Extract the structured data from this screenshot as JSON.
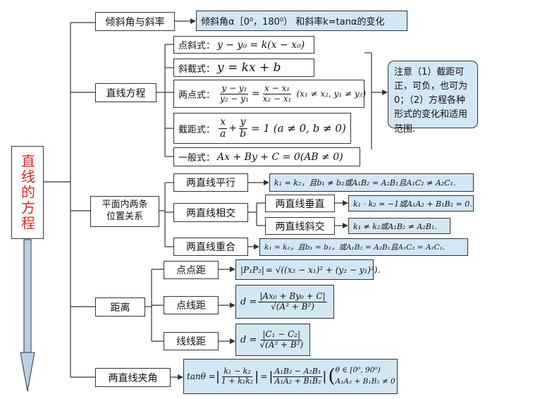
{
  "root": {
    "title": "直线的方程"
  },
  "branches": {
    "incline": {
      "label": "倾斜角与斜率",
      "detail": "倾斜角α［0⁰，180⁰） 和斜率k=tanα的变化"
    },
    "line_eq": {
      "label": "直线方程",
      "forms": {
        "point_slope": {
          "label": "点斜式：",
          "formula": "y − y₀ = k(x − x₀)"
        },
        "slope_intercept": {
          "label": "斜截式：",
          "formula": "y = kx + b"
        },
        "two_point": {
          "label": "两点式：",
          "num1": "y − y₁",
          "den1": "y₂ − y₁",
          "eq": "=",
          "num2": "x − x₁",
          "den2": "x₂ − x₁",
          "cond": "(x₁ ≠ x₂, y₁ ≠ y₂)"
        },
        "intercept": {
          "label": "截距式：",
          "num1": "x",
          "den1": "a",
          "plus": "+",
          "num2": "y",
          "den2": "b",
          "rest": "= 1 (a ≠ 0, b ≠ 0)"
        },
        "general": {
          "label": "一般式：",
          "formula": "Ax + By + C = 0(AB ≠ 0)"
        }
      },
      "note": "注意（1）截距可正，可负，也可为0；（2）方程各种形式的变化和适用范围."
    },
    "position": {
      "label_line1": "平面内两条",
      "label_line2": "位置关系",
      "parallel": {
        "label": "两直线平行",
        "formula": "k₁ = k₂，且b₁ ≠ b₂或A₁B₂ = A₂B₁且A₁C₂ ≠ A₂C₁."
      },
      "intersect": {
        "label": "两直线相交",
        "perpendicular": {
          "label": "两直线垂直",
          "formula": "k₁ · k₂ = −1或A₁A₂ + B₁B₂ = 0."
        },
        "oblique": {
          "label": "两直线斜交",
          "formula": "k₁ ≠ k₂或A₁B₂ ≠ A₂B₁."
        }
      },
      "coincide": {
        "label": "两直线重合",
        "formula": "k₁ = k₂，且b₁ = b₂，或A₁B₂ = A₂B₁且A₁C₂ = A₂C₁."
      }
    },
    "distance": {
      "label": "距离",
      "point_point": {
        "label": "点点距",
        "lhs": "|P₁P₂|",
        "rhs": "= √((x₂ − x₁)² + (y₂ − y₁)²)."
      },
      "point_line": {
        "label": "点线距",
        "lhs": "d =",
        "num": "|Ax₀ + By₀ + C|",
        "den": "√(A² + B²)"
      },
      "line_line": {
        "label": "线线距",
        "lhs": "d =",
        "num": "|C₁ − C₂|",
        "den": "√(A² + B²)"
      }
    },
    "angle": {
      "label": "两直线夹角",
      "lhs": "tanθ =",
      "num1": "k₁ − k₂",
      "den1": "1 + k₁k₂",
      "eq": "=",
      "num2": "A₁B₂ − A₂B₁",
      "den2": "A₁A₂ + B₁B₂",
      "cond1": "θ ∈ [0⁰, 90⁰)",
      "cond2": "A₁A₂ + B₁B₂ ≠ 0"
    }
  }
}
